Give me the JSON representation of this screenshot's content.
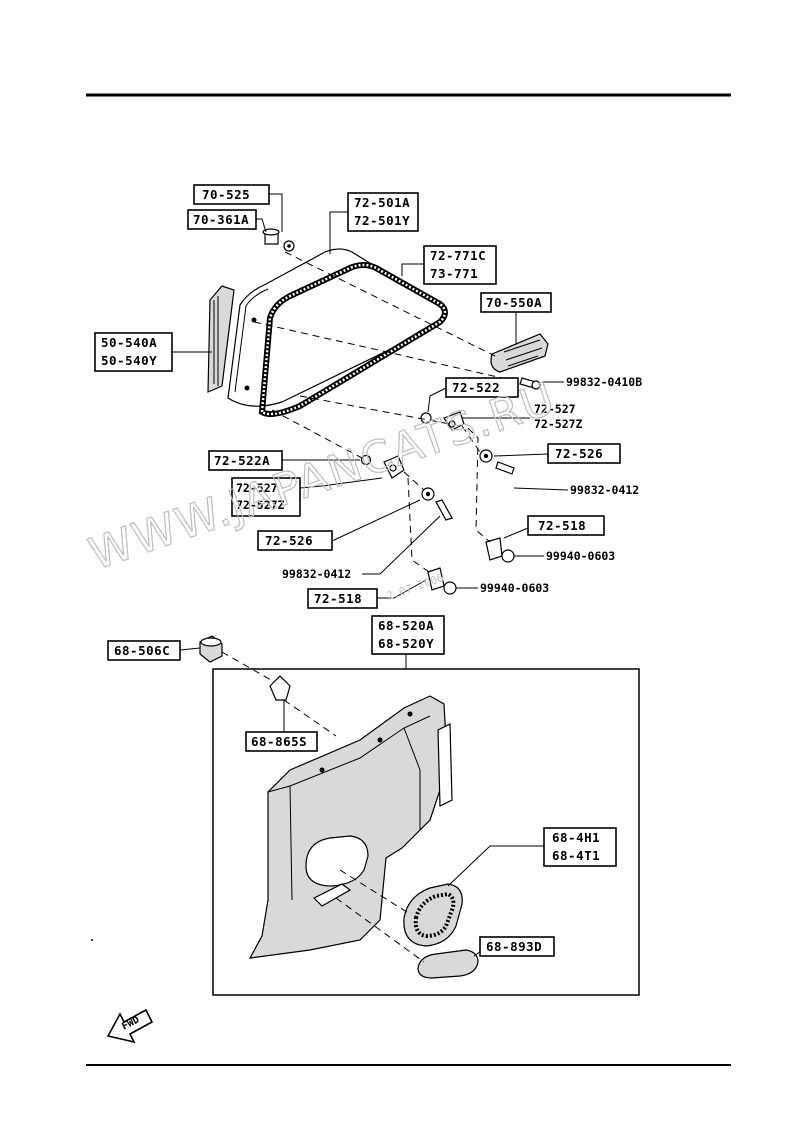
{
  "watermark": "WWW.JAPANCATS.RU",
  "watermark_small": "2.07.2006",
  "fwd_label": "FWD",
  "callouts": {
    "c70_525": "70-525",
    "c70_361A": "70-361A",
    "c72_501A": "72-501A",
    "c72_501Y": "72-501Y",
    "c72_771C": "72-771C",
    "c73_771": "73-771",
    "c70_550A": "70-550A",
    "c50_540A": "50-540A",
    "c50_540Y": "50-540Y",
    "c72_522": "72-522",
    "c72_527_r": "72-527",
    "c72_527Z_r": "72-527Z",
    "c72_526_r": "72-526",
    "c72_522A": "72-522A",
    "c72_527_l": "72-527",
    "c72_527Z_l": "72-527Z",
    "c72_526_l": "72-526",
    "c72_518_r": "72-518",
    "c72_518_l": "72-518",
    "c68_520A": "68-520A",
    "c68_520Y": "68-520Y",
    "c68_506C": "68-506C",
    "c68_865S": "68-865S",
    "c68_4H1": "68-4H1",
    "c68_4T1": "68-4T1",
    "c68_893D": "68-893D"
  },
  "part_numbers": {
    "p99832_0410B": "99832-0410B",
    "p99832_0412_r": "99832-0412",
    "p99940_0603_r": "99940-0603",
    "p99832_0412_l": "99832-0412",
    "p99940_0603_l": "99940-0603"
  }
}
